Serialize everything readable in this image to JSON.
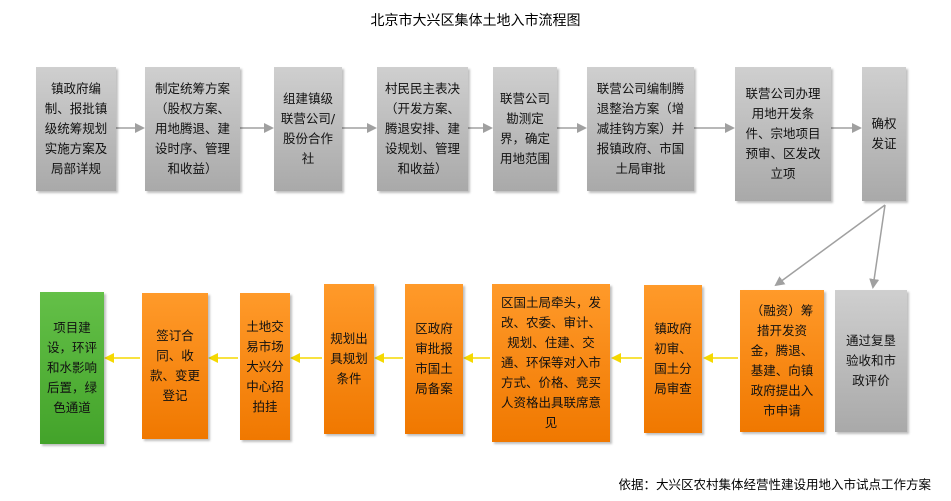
{
  "title": "北京市大兴区集体土地入市流程图",
  "steps_top": [
    "镇政府编制、报批镇级统筹规划实施方案及局部详规",
    "制定统筹方案（股权方案、用地腾退、建设时序、管理和收益）",
    "组建镇级联营公司/股份合作社",
    "村民民主表决（开发方案、腾退安排、建设规划、管理和收益）",
    "联营公司勘测定界，确定用地范围",
    "联营公司编制腾退整治方案（增减挂钩方案）并报镇政府、市国土局审批",
    "联营公司办理用地开发条件、宗地项目预审、区发改立项",
    "确权发证"
  ],
  "steps_bottom": [
    "通过复垦验收和市政评价",
    "（融资）筹措开发资金，腾退、基建、向镇政府提出入市申请",
    "镇政府初审、国土分局审查",
    "区国土局牵头，发改、农委、审计、规划、住建、交通、环保等对入市方式、价格、竞买人资格出具联席意见",
    "区政府审批报市国土局备案",
    "规划出具规划条件",
    "土地交易市场大兴分中心招拍挂",
    "签订合同、收款、变更登记",
    "项目建设，环评和水影响后置，绿色通道"
  ],
  "footnote": "依据：大兴区农村集体经营性建设用地入市试点工作方案",
  "colors": {
    "gray_box": "#b8b8b8",
    "orange_box": "#f7891a",
    "green_box": "#4fb03a",
    "gray_arrow": "#a0a0a0",
    "yellow_arrow": "#f5d800"
  }
}
